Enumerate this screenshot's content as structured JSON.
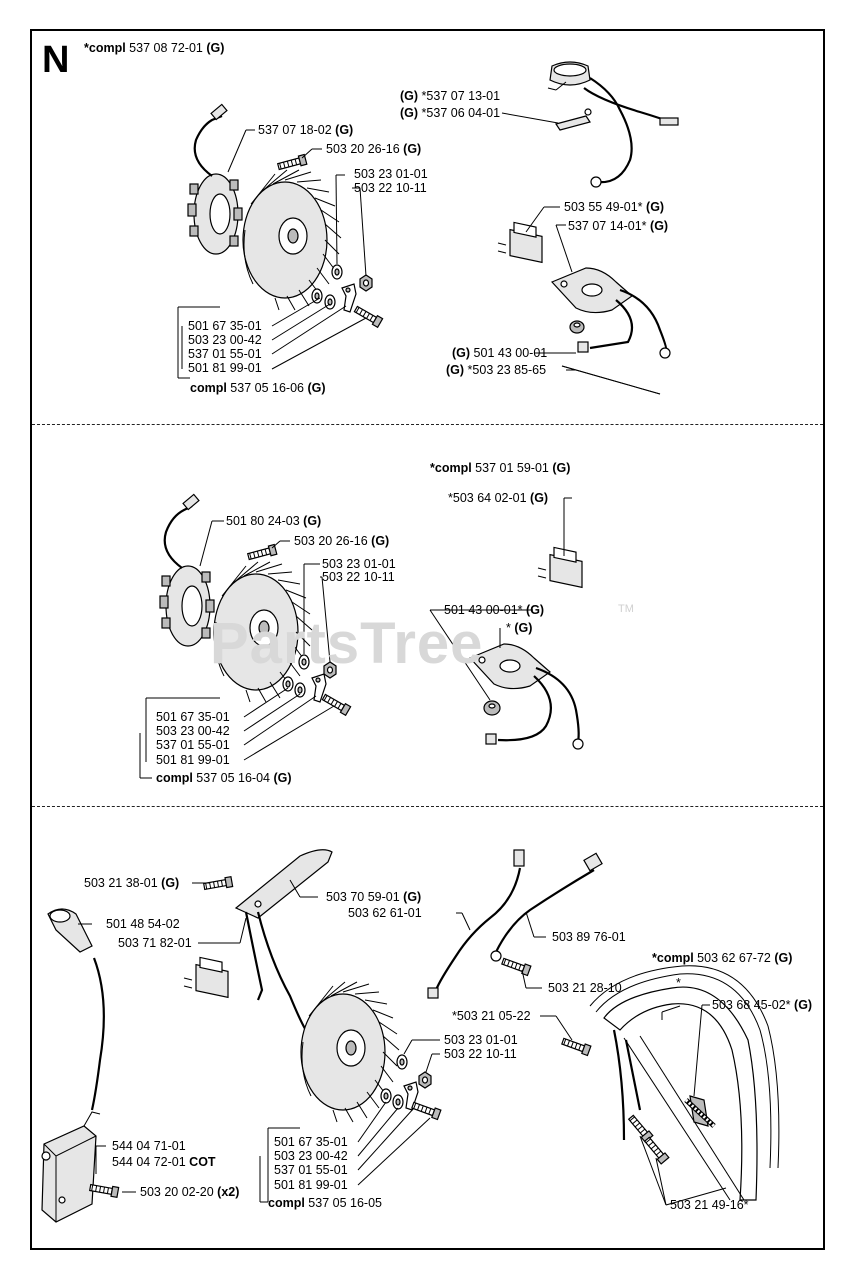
{
  "diagram": {
    "section_letter": "N",
    "watermark": "PartsTree",
    "watermark_tm": "TM",
    "panel1": {
      "assembly": {
        "prefix": "*compl",
        "number": "537 08 72-01",
        "suffix": "(G)"
      },
      "labels": [
        {
          "id": "p1-ignition-cap",
          "pre": "(G)",
          "text": "*537 07 13-01",
          "post": ""
        },
        {
          "id": "p1-clip",
          "pre": "(G)",
          "text": "*537 06 04-01",
          "post": ""
        },
        {
          "id": "p1-ignition-module",
          "pre": "",
          "text": "537 07 18-02",
          "post": "(G)"
        },
        {
          "id": "p1-screw",
          "pre": "",
          "text": "503 20 26-16",
          "post": "(G)"
        },
        {
          "id": "p1-washer",
          "pre": "",
          "text": "503 23 01-01",
          "post": ""
        },
        {
          "id": "p1-nut",
          "pre": "",
          "text": "503 22 10-11",
          "post": ""
        },
        {
          "id": "p1-switch",
          "pre": "",
          "text": "503 55 49-01*",
          "post": "(G)"
        },
        {
          "id": "p1-plate",
          "pre": "",
          "text": "537 07 14-01*",
          "post": "(G)"
        },
        {
          "id": "p1-grommet",
          "pre": "(G)",
          "text": "501 43 00-01",
          "post": ""
        },
        {
          "id": "p1-hose",
          "pre": "(G)",
          "text": "*503 23 85-65",
          "post": ""
        },
        {
          "id": "p1-a",
          "pre": "",
          "text": "501 67 35-01",
          "post": ""
        },
        {
          "id": "p1-b",
          "pre": "",
          "text": "503 23 00-42",
          "post": ""
        },
        {
          "id": "p1-c",
          "pre": "",
          "text": "537 01 55-01",
          "post": ""
        },
        {
          "id": "p1-d",
          "pre": "",
          "text": "501 81 99-01",
          "post": ""
        }
      ],
      "flywheel_assembly": {
        "prefix": "compl",
        "number": "537 05 16-06",
        "suffix": "(G)"
      }
    },
    "panel2": {
      "assembly": {
        "prefix": "*compl",
        "number": "537 01 59-01",
        "suffix": "(G)"
      },
      "labels": [
        {
          "id": "p2-switch",
          "pre": "",
          "text": "*503 64 02-01",
          "post": "(G)"
        },
        {
          "id": "p2-ignition-module",
          "pre": "",
          "text": "501 80 24-03",
          "post": "(G)"
        },
        {
          "id": "p2-screw",
          "pre": "",
          "text": "503 20 26-16",
          "post": "(G)"
        },
        {
          "id": "p2-washer",
          "pre": "",
          "text": "503 23 01-01",
          "post": ""
        },
        {
          "id": "p2-nut",
          "pre": "",
          "text": "503 22 10-11",
          "post": ""
        },
        {
          "id": "p2-grommet",
          "pre": "",
          "text": "501 43 00-01*",
          "post": "(G)"
        },
        {
          "id": "p2-plate",
          "pre": "",
          "text": "*",
          "post": "(G)"
        },
        {
          "id": "p2-a",
          "pre": "",
          "text": "501 67 35-01",
          "post": ""
        },
        {
          "id": "p2-b",
          "pre": "",
          "text": "503 23 00-42",
          "post": ""
        },
        {
          "id": "p2-c",
          "pre": "",
          "text": "537 01 55-01",
          "post": ""
        },
        {
          "id": "p2-d",
          "pre": "",
          "text": "501 81 99-01",
          "post": ""
        }
      ],
      "flywheel_assembly": {
        "prefix": "compl",
        "number": "537 05 16-04",
        "suffix": "(G)"
      }
    },
    "panel3": {
      "labels": [
        {
          "id": "p3-screw-a",
          "pre": "",
          "text": "503 21 38-01",
          "post": "(G)"
        },
        {
          "id": "p3-bracket",
          "pre": "",
          "text": "503 70 59-01",
          "post": "(G)"
        },
        {
          "id": "p3-cable-a",
          "pre": "",
          "text": "503 62 61-01",
          "post": ""
        },
        {
          "id": "p3-cap",
          "pre": "",
          "text": "501 48 54-02",
          "post": ""
        },
        {
          "id": "p3-cable-b",
          "pre": "",
          "text": "503 89 76-01",
          "post": ""
        },
        {
          "id": "p3-switch",
          "pre": "",
          "text": "503 71 82-01",
          "post": ""
        },
        {
          "id": "p3-screw-b",
          "pre": "",
          "text": "503 21 28-10",
          "post": ""
        },
        {
          "id": "p3-screw-c",
          "pre": "",
          "text": "*503 21 05-22",
          "post": ""
        },
        {
          "id": "p3-star",
          "pre": "",
          "text": "*",
          "post": ""
        },
        {
          "id": "p3-spring",
          "pre": "",
          "text": "503 68 45-02*",
          "post": "(G)"
        },
        {
          "id": "p3-washer",
          "pre": "",
          "text": "503 23 01-01",
          "post": ""
        },
        {
          "id": "p3-nut",
          "pre": "",
          "text": "503 22 10-11",
          "post": ""
        },
        {
          "id": "p3-module-a",
          "pre": "",
          "text": "544 04 71-01",
          "post": ""
        },
        {
          "id": "p3-module-b",
          "pre": "",
          "text": "544 04 72-01",
          "post": "COT"
        },
        {
          "id": "p3-screw-d",
          "pre": "",
          "text": "503 20 02-20",
          "post": "(x2)"
        },
        {
          "id": "p3-a",
          "pre": "",
          "text": "501 67 35-01",
          "post": ""
        },
        {
          "id": "p3-b",
          "pre": "",
          "text": "503 23 00-42",
          "post": ""
        },
        {
          "id": "p3-c",
          "pre": "",
          "text": "537 01 55-01",
          "post": ""
        },
        {
          "id": "p3-d",
          "pre": "",
          "text": "501 81 99-01",
          "post": ""
        },
        {
          "id": "p3-screw-e",
          "pre": "",
          "text": "503 21 49-16*",
          "post": ""
        }
      ],
      "handle_assembly": {
        "prefix": "*compl",
        "number": "503 62 67-72",
        "suffix": "(G)"
      },
      "flywheel_assembly": {
        "prefix": "compl",
        "number": "537 05 16-05",
        "suffix": ""
      }
    }
  }
}
